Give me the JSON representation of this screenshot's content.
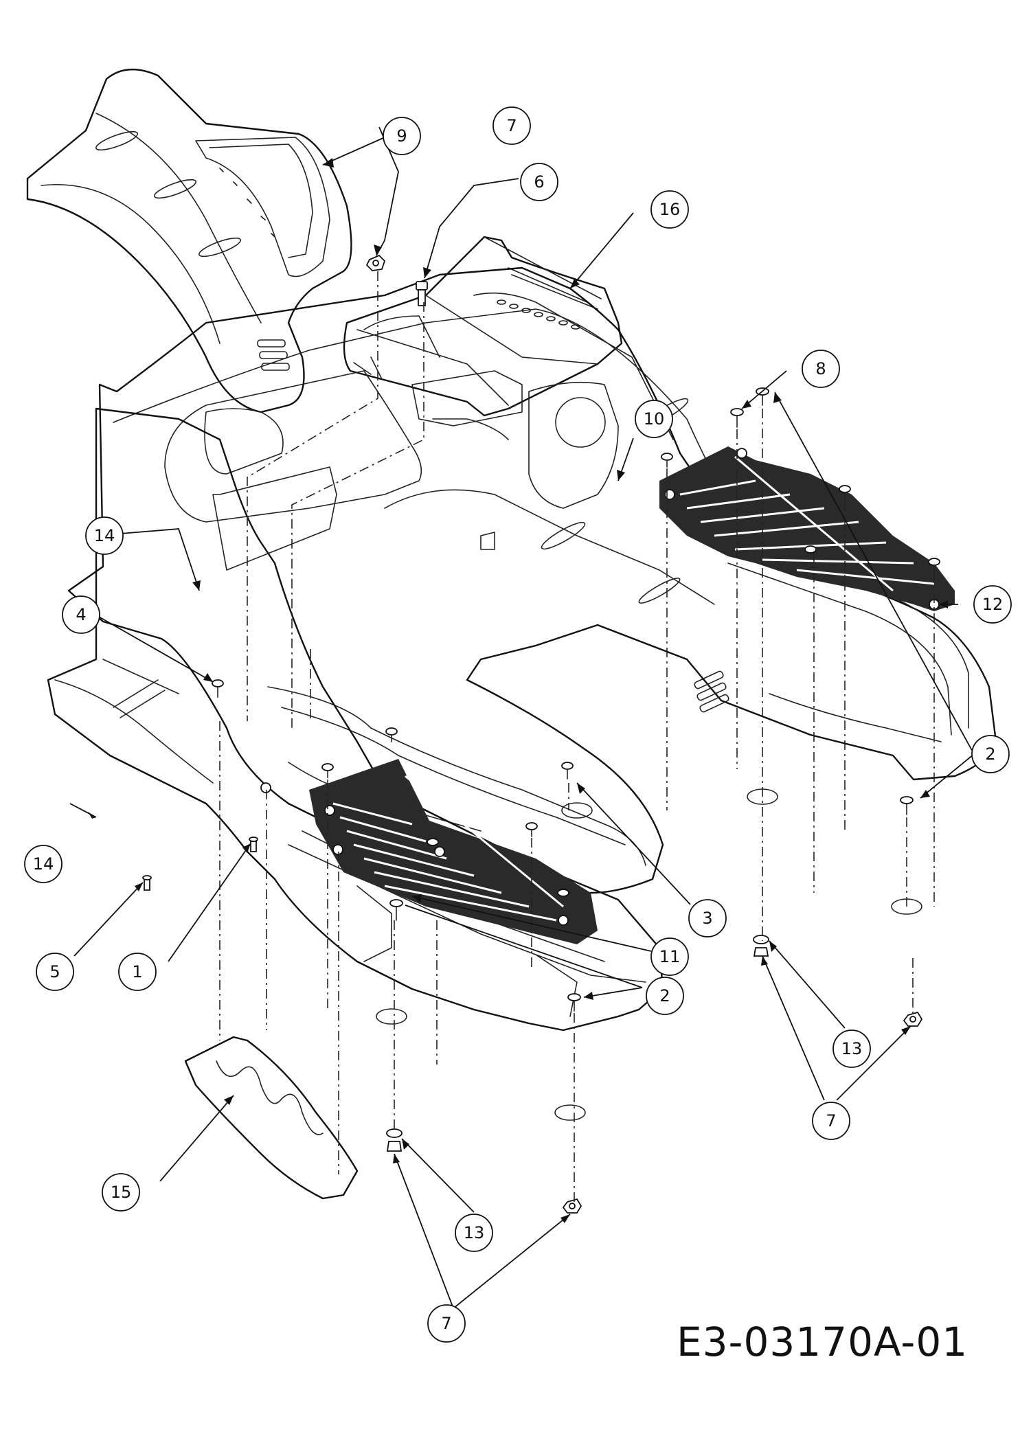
{
  "drawing_code": "E3-03170A-01",
  "callouts": [
    "1",
    "2",
    "3",
    "4",
    "5",
    "6",
    "7",
    "8",
    "9",
    "10",
    "11",
    "12",
    "13",
    "14",
    "15",
    "16"
  ]
}
